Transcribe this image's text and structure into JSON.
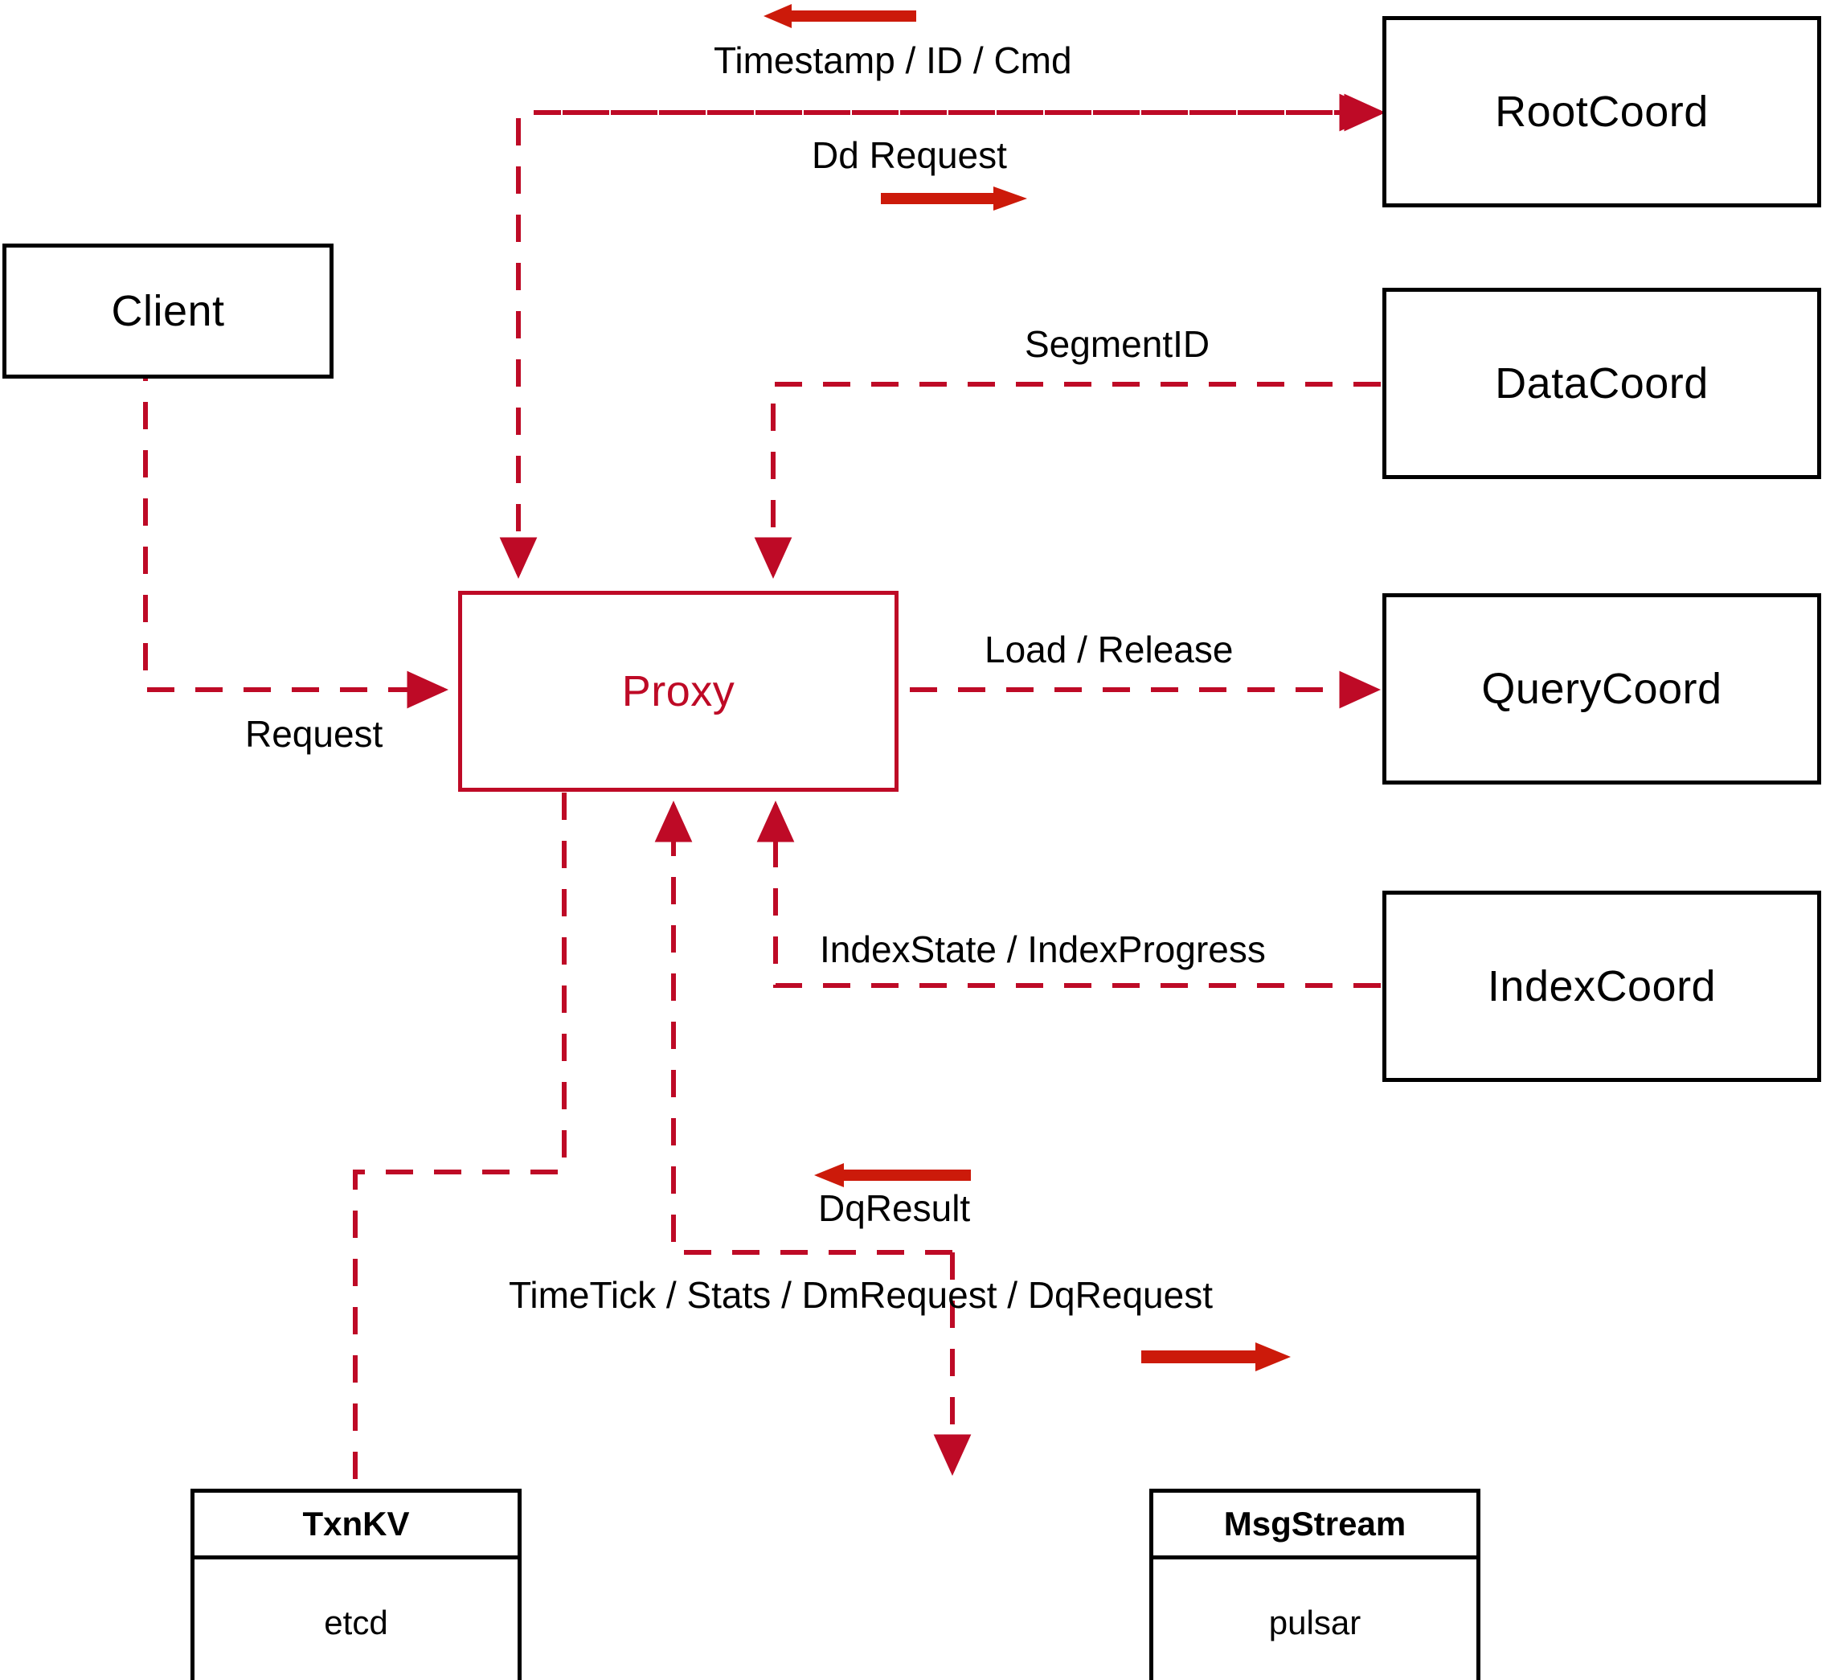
{
  "diagram": {
    "title": "Proxy component interaction diagram",
    "colors": {
      "node_border": "#000000",
      "proxy_border": "#BE0A26",
      "dashed_edge": "#BE0A26",
      "bold_arrow": "#CC1A0A",
      "background": "#FFFFFF"
    },
    "nodes": [
      {
        "id": "client",
        "label": "Client"
      },
      {
        "id": "proxy",
        "label": "Proxy"
      },
      {
        "id": "rootcoord",
        "label": "RootCoord"
      },
      {
        "id": "datacoord",
        "label": "DataCoord"
      },
      {
        "id": "querycoord",
        "label": "QueryCoord"
      },
      {
        "id": "indexcoord",
        "label": "IndexCoord"
      }
    ],
    "stacked_nodes": [
      {
        "id": "txnkv",
        "header": "TxnKV",
        "body": "etcd"
      },
      {
        "id": "msgstream",
        "header": "MsgStream",
        "body": "pulsar"
      }
    ],
    "edge_labels": [
      {
        "id": "timestamp-id-cmd",
        "text": "Timestamp / ID / Cmd"
      },
      {
        "id": "dd-request",
        "text": "Dd Request"
      },
      {
        "id": "segmentid",
        "text": "SegmentID"
      },
      {
        "id": "request",
        "text": "Request"
      },
      {
        "id": "load-release",
        "text": "Load / Release"
      },
      {
        "id": "indexstate",
        "text": "IndexState / IndexProgress"
      },
      {
        "id": "dqresult",
        "text": "DqResult"
      },
      {
        "id": "timetick",
        "text": "TimeTick / Stats / DmRequest / DqRequest"
      }
    ],
    "edges": [
      {
        "id": "client-to-proxy",
        "from": "client",
        "to": "proxy",
        "label": "Request",
        "style": "dashed",
        "arrow": "to"
      },
      {
        "id": "rootcoord-to-proxy",
        "from": "rootcoord",
        "to": "proxy",
        "label": "Timestamp / ID / Cmd",
        "style": "dashed",
        "arrow": "to"
      },
      {
        "id": "proxy-to-rootcoord",
        "from": "proxy",
        "to": "rootcoord",
        "label": "Dd Request",
        "style": "dashed",
        "arrow": "to"
      },
      {
        "id": "datacoord-to-proxy",
        "from": "datacoord",
        "to": "proxy",
        "label": "SegmentID",
        "style": "dashed",
        "arrow": "to"
      },
      {
        "id": "proxy-to-querycoord",
        "from": "proxy",
        "to": "querycoord",
        "label": "Load / Release",
        "style": "dashed",
        "arrow": "to"
      },
      {
        "id": "indexcoord-to-proxy",
        "from": "indexcoord",
        "to": "proxy",
        "label": "IndexState / IndexProgress",
        "style": "dashed",
        "arrow": "to"
      },
      {
        "id": "proxy-to-txnkv",
        "from": "proxy",
        "to": "txnkv",
        "label": "",
        "style": "dashed",
        "arrow": "none"
      },
      {
        "id": "msgstream-to-proxy",
        "from": "msgstream",
        "to": "proxy",
        "label": "DqResult",
        "style": "dashed",
        "arrow": "to"
      },
      {
        "id": "proxy-to-msgstream",
        "from": "proxy",
        "to": "msgstream",
        "label": "TimeTick / Stats / DmRequest / DqRequest",
        "style": "dashed",
        "arrow": "to"
      }
    ],
    "direction_arrows": [
      {
        "id": "timestamp-direction",
        "direction": "left"
      },
      {
        "id": "dd-request-direction",
        "direction": "right"
      },
      {
        "id": "dqresult-direction",
        "direction": "left"
      },
      {
        "id": "timetick-direction",
        "direction": "right"
      }
    ]
  }
}
